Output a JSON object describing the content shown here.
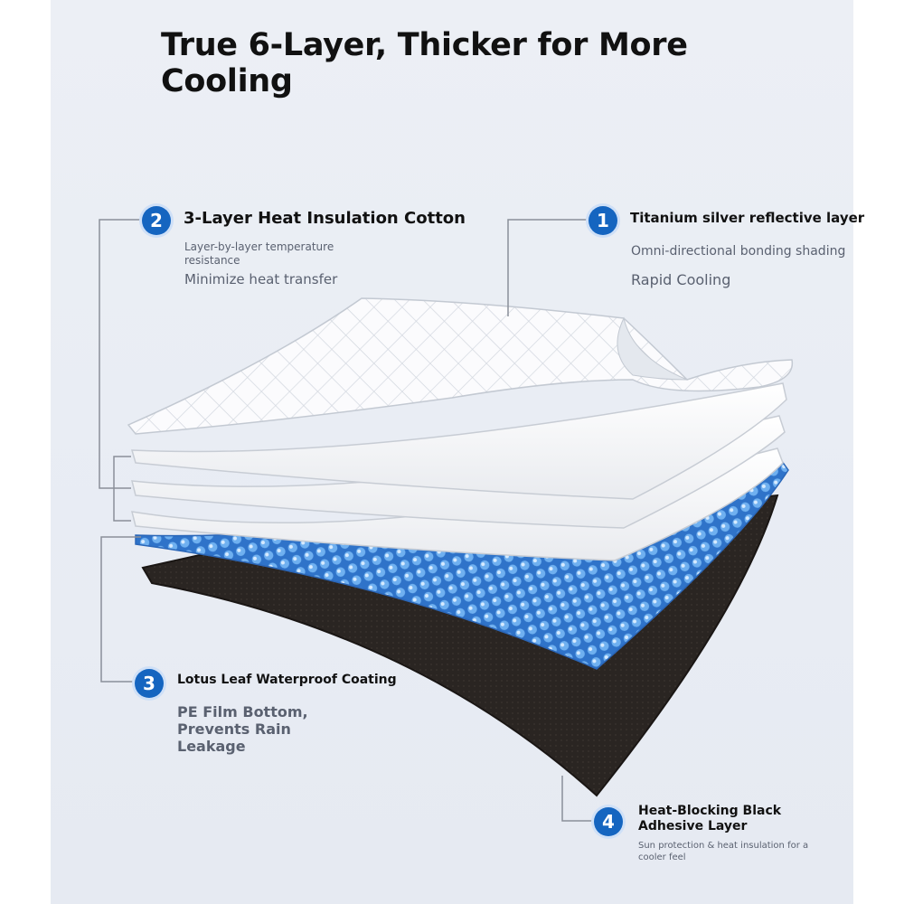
{
  "title": "True 6-Layer, Thicker for More Cooling",
  "callouts": [
    {
      "number": "1",
      "heading": "Titanium silver reflective layer",
      "details": [
        "Omni-directional bonding shading",
        "Rapid Cooling"
      ]
    },
    {
      "number": "2",
      "heading": "3-Layer Heat Insulation Cotton",
      "details": [
        "Layer-by-layer temperature",
        "resistance",
        "Minimize heat transfer"
      ]
    },
    {
      "number": "3",
      "heading": "Lotus Leaf Waterproof Coating",
      "details": [
        "PE Film Bottom,",
        "Prevents Rain",
        "Leakage"
      ]
    },
    {
      "number": "4",
      "heading": [
        "Heat-Blocking Black",
        "Adhesive Layer"
      ],
      "details": [
        "Sun protection & heat insulation for a",
        "cooler feel"
      ]
    }
  ],
  "colors": {
    "badge": "#1565c0",
    "reflective_layer": "#ffffff",
    "cotton_layer": "#f4f4f6",
    "waterproof_layer": "#3f86dc",
    "adhesive_layer": "#2a2522",
    "background": "#eaeef5"
  }
}
